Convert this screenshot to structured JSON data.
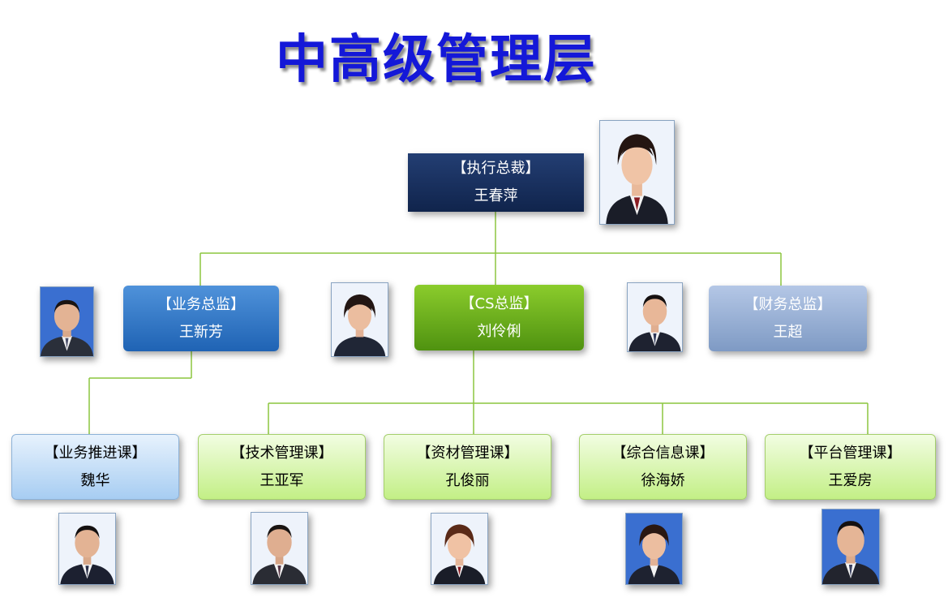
{
  "title": "中高级管理层",
  "colors": {
    "title": "#1418d8",
    "executive_box": "#10244c",
    "sales_box": "#2f77c8",
    "cs_box": "#6aaf1b",
    "finance_box": "#97add3",
    "section_blue": "#c6e0f8",
    "section_green": "#dbf7b8",
    "connector": "#8cc63f",
    "photo_bg_light": "#eaf1fb",
    "photo_bg_blue": "#2e64c8"
  },
  "executive": {
    "role": "【执行总裁】",
    "name": "王春萍"
  },
  "directors": [
    {
      "role": "【业务总监】",
      "name": "王新芳"
    },
    {
      "role": "【CS总监】",
      "name": "刘伶俐"
    },
    {
      "role": "【财务总监】",
      "name": "王超"
    }
  ],
  "sections": [
    {
      "role": "【业务推进课】",
      "name": "魏华"
    },
    {
      "role": "【技术管理课】",
      "name": "王亚军"
    },
    {
      "role": "【资材管理课】",
      "name": "孔俊丽"
    },
    {
      "role": "【综合信息课】",
      "name": "徐海娇"
    },
    {
      "role": "【平台管理课】",
      "name": "王爱房"
    }
  ]
}
